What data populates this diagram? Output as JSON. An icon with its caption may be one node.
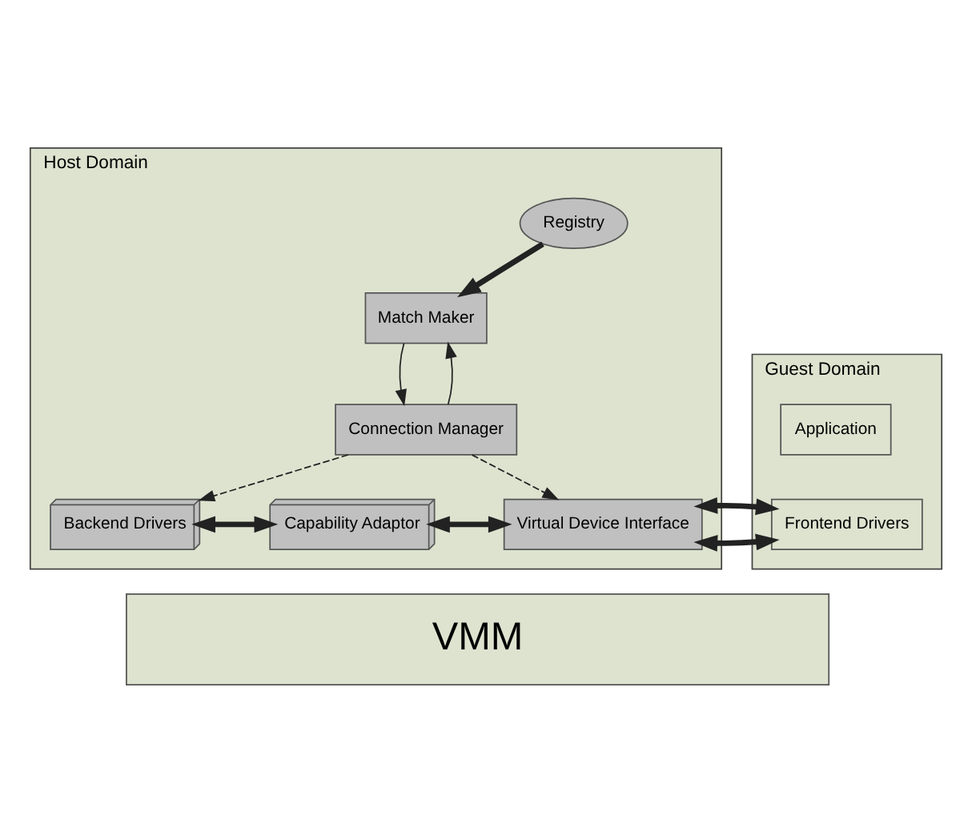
{
  "diagram": {
    "nodes": [
      {
        "text": [
          "Host Domain"
        ]
      },
      {
        "text": [
          "Registry"
        ],
        "in": 0
      },
      {
        "text": [
          "Match Maker"
        ],
        "in": 0
      },
      {
        "text": [
          "Connection Manager"
        ],
        "in": 0
      },
      {
        "text": [
          "Backend Drivers"
        ],
        "in": 0
      },
      {
        "text": [
          "Capability Adaptor"
        ],
        "in": 0
      },
      {
        "text": [
          "Virtual Device Interface"
        ],
        "in": 0
      },
      {
        "text": [
          "Guest Domain"
        ]
      },
      {
        "text": [
          "Application"
        ],
        "in": 7
      },
      {
        "text": [
          "Frontend Drivers"
        ],
        "in": 7
      },
      {
        "text": [
          "VMM"
        ]
      }
    ],
    "edges": [
      {
        "from": 1,
        "to": 2,
        "arrow": "to",
        "style": "thick"
      },
      {
        "from": 2,
        "to": 3,
        "arrow": "to"
      },
      {
        "from": 3,
        "to": 2,
        "arrow": "to"
      },
      {
        "from": 3,
        "to": 4,
        "arrow": "to",
        "style": "dashed"
      },
      {
        "from": 3,
        "to": 6,
        "arrow": "to",
        "style": "dashed"
      },
      {
        "from": 4,
        "to": 5,
        "arrow": "both",
        "style": "thick"
      },
      {
        "from": 5,
        "to": 6,
        "arrow": "both",
        "style": "thick"
      },
      {
        "from": 6,
        "to": 9,
        "arrow": "both",
        "style": "thick"
      }
    ]
  }
}
